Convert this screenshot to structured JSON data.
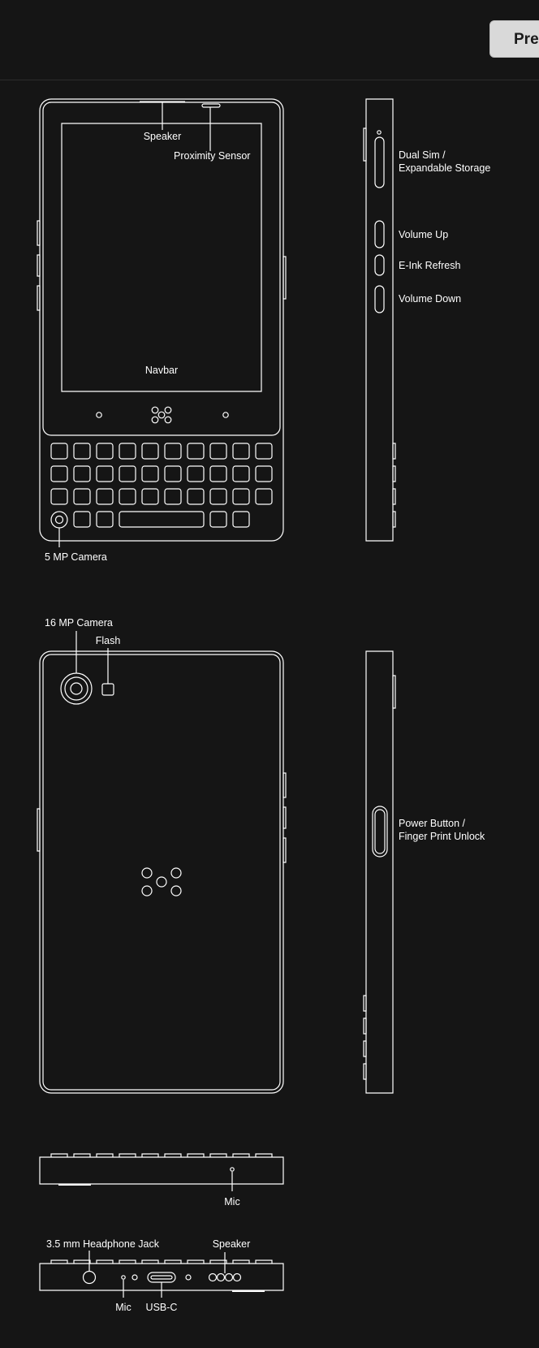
{
  "header": {
    "button_label": "Pre"
  },
  "labels": {
    "speaker": "Speaker",
    "proximity_sensor": "Proximity Sensor",
    "navbar": "Navbar",
    "front_camera": "5 MP Camera",
    "dual_sim_line1": "Dual Sim /",
    "dual_sim_line2": "Expandable Storage",
    "volume_up": "Volume Up",
    "eink_refresh": "E-Ink Refresh",
    "volume_down": "Volume Down",
    "rear_camera": "16 MP Camera",
    "flash": "Flash",
    "power_line1": "Power Button /",
    "power_line2": "Finger Print Unlock",
    "top_mic": "Mic",
    "headphone_jack": "3.5 mm Headphone Jack",
    "bottom_speaker": "Speaker",
    "bottom_mic": "Mic",
    "usb_c": "USB-C"
  },
  "colors": {
    "background": "#151515",
    "line": "#ffffff",
    "button": "#d9d9d9"
  }
}
